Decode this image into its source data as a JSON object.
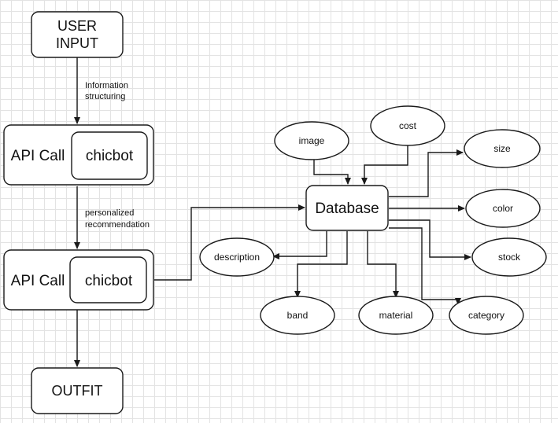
{
  "nodes": {
    "user_input": "USER INPUT",
    "api_call_1": {
      "label": "API Call",
      "inner": "chicbot"
    },
    "api_call_2": {
      "label": "API Call",
      "inner": "chicbot"
    },
    "outfit": "OUTFIT",
    "database": "Database",
    "attributes": {
      "image": "image",
      "cost": "cost",
      "size": "size",
      "color": "color",
      "stock": "stock",
      "category": "category",
      "material": "material",
      "band": "band",
      "description": "description"
    }
  },
  "edges": {
    "information_structuring": "Information structuring",
    "personalized_recommendation": "personalized recommendation"
  }
}
